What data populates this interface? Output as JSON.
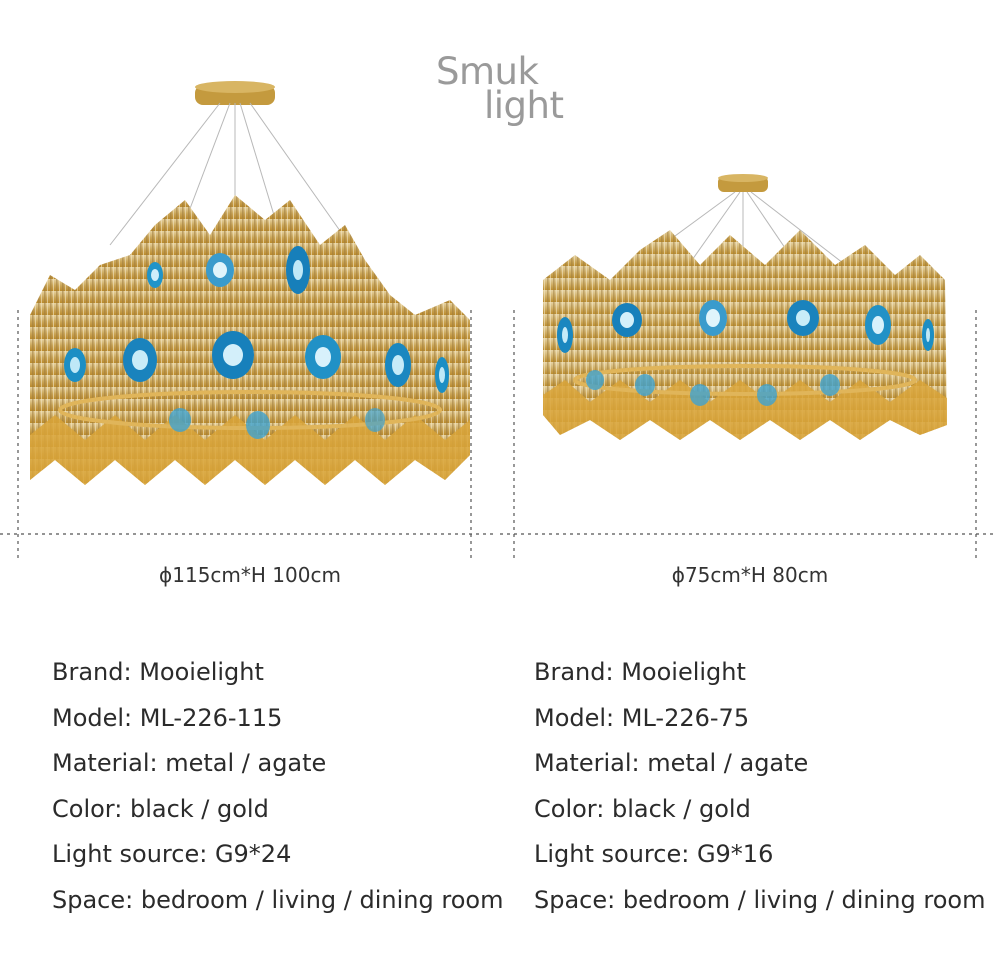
{
  "logo": {
    "line1": "Smuk",
    "line2": "light"
  },
  "products": [
    {
      "dimension": "ϕ115cm*H 100cm",
      "specs": [
        "Brand: Mooielight",
        "Model: ML-226-115",
        "Material: metal / agate",
        "Color: black / gold",
        "Light source: G9*24",
        "Space: bedroom / living / dining room"
      ]
    },
    {
      "dimension": "ϕ75cm*H 80cm",
      "specs": [
        "Brand: Mooielight",
        "Model: ML-226-75",
        "Material: metal / agate",
        "Color: black / gold",
        "Light source: G9*16",
        "Space: bedroom / living / dining room"
      ]
    }
  ],
  "colors": {
    "gold": "#c9a24a",
    "agate_blue": "#1f8fc0",
    "text": "#2b2b2b"
  }
}
